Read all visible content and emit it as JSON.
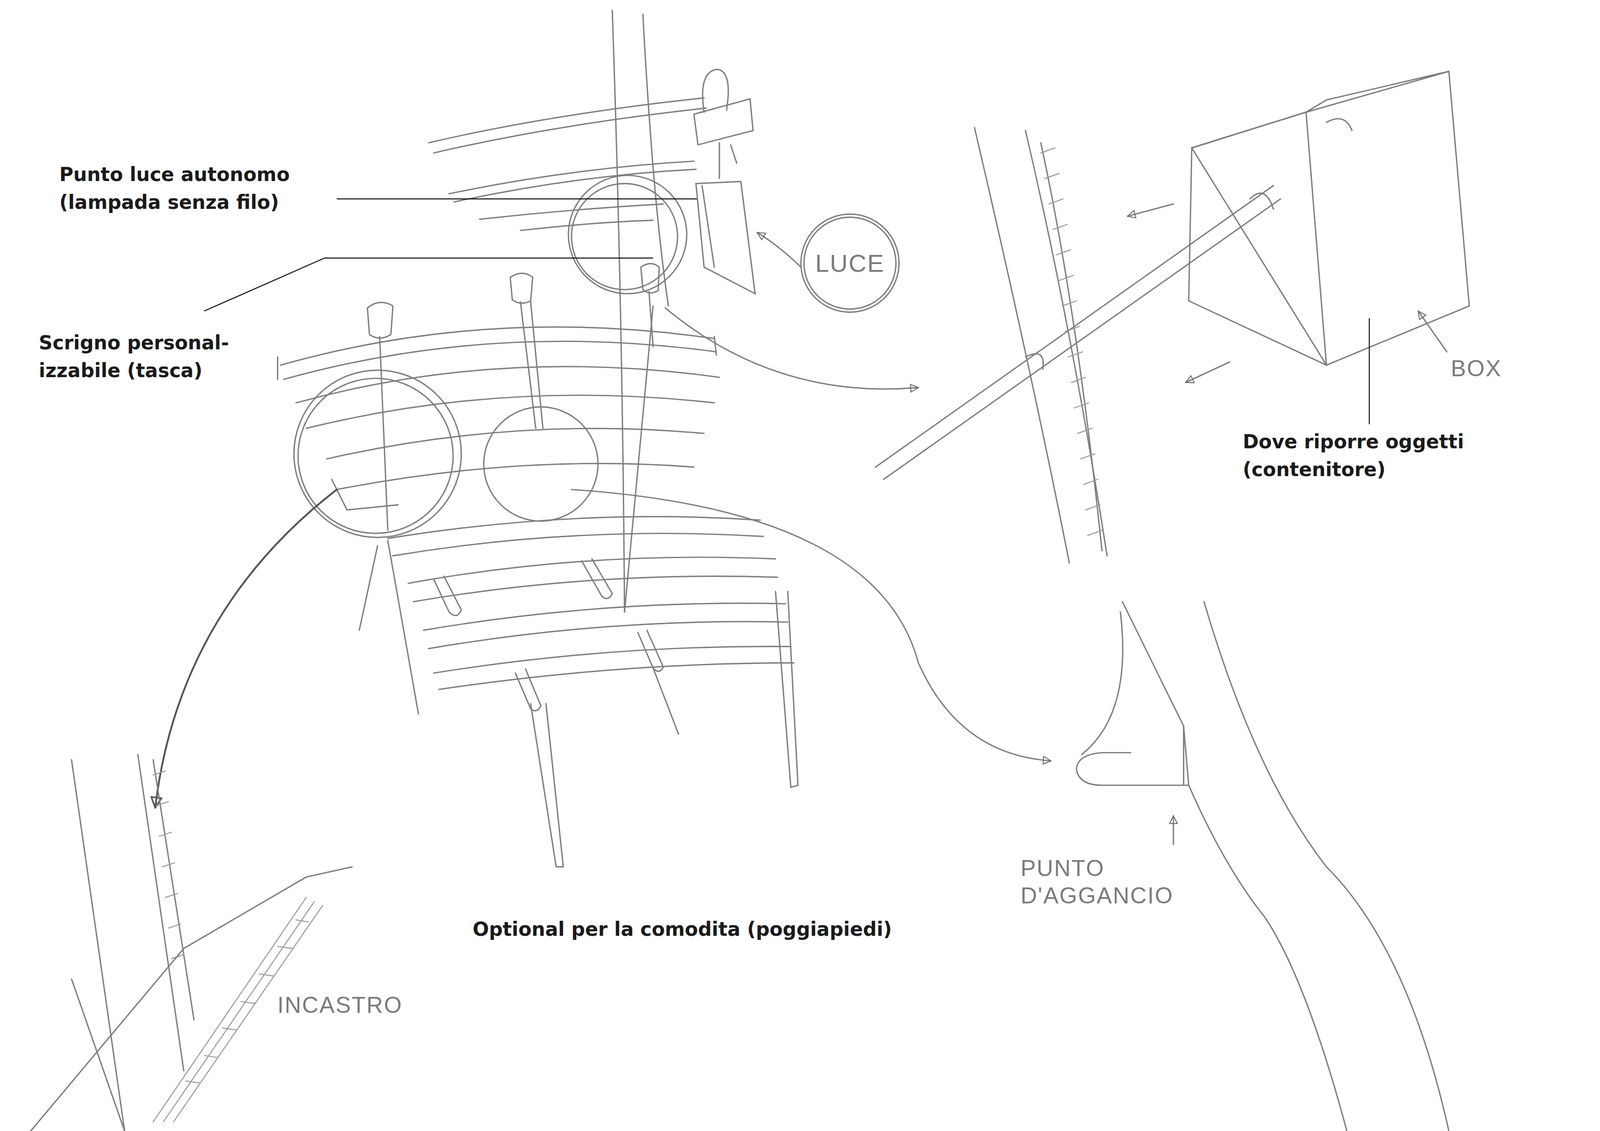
{
  "diagram": {
    "nodes": [
      {
        "text": [
          "LUCE"
        ]
      }
    ],
    "labels": [
      "Punto luce autonomo (lampada senza filo)",
      "Scrigno personal- izzabile (tasca)",
      "BOX",
      "Dove riporre oggetti (contenitore)",
      "Optional per la comodita (poggiapiedi)",
      "PUNTO D'AGGANCIO",
      "INCASTRO"
    ]
  }
}
